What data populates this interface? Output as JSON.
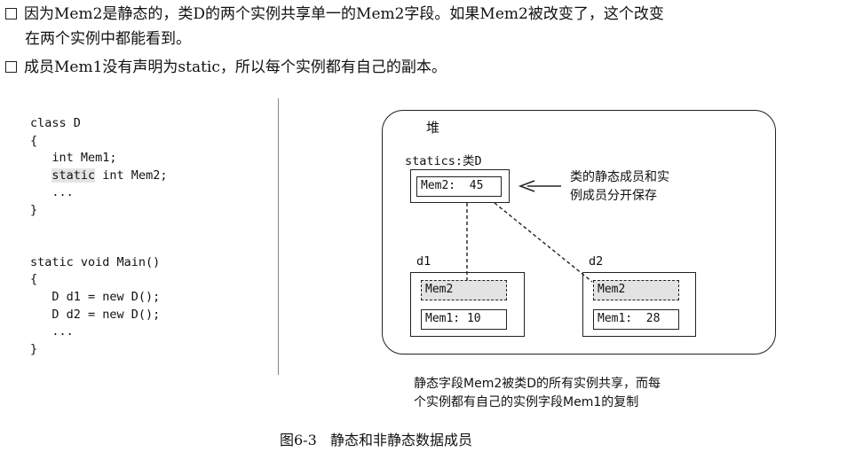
{
  "bullets": [
    {
      "line1": "因为Mem2是静态的，类D的两个实例共享单一的Mem2字段。如果Mem2被改变了，这个改变",
      "line2": "在两个实例中都能看到。"
    },
    {
      "line1": "成员Mem1没有声明为static，所以每个实例都有自己的副本。"
    }
  ],
  "code": {
    "class_decl": "class D",
    "open1": "{",
    "mem1": "   int Mem1;",
    "mem2_indent": "   ",
    "mem2_keyword": "static",
    "mem2_rest": " int Mem2;",
    "ellipsis1": "   ...",
    "close1": "}",
    "main_decl": "static void Main()",
    "open2": "{",
    "d1_line": "   D d1 = new D();",
    "d2_line": "   D d2 = new D();",
    "ellipsis2": "   ...",
    "close2": "}"
  },
  "diagram": {
    "heap_label": "堆",
    "statics_label": "statics:类D",
    "static_field": "Mem2:  45",
    "note_line1": "类的静态成员和实",
    "note_line2": "例成员分开保存",
    "d1": {
      "label": "d1",
      "shared": "Mem2",
      "instance": "Mem1: 10"
    },
    "d2": {
      "label": "d2",
      "shared": "Mem2",
      "instance": "Mem1:  28"
    }
  },
  "caption": {
    "line1": "静态字段Mem2被类D的所有实例共享，而每",
    "line2": "个实例都有自己的实例字段Mem1的复制"
  },
  "figure_caption": "图6-3   静态和非静态数据成员"
}
